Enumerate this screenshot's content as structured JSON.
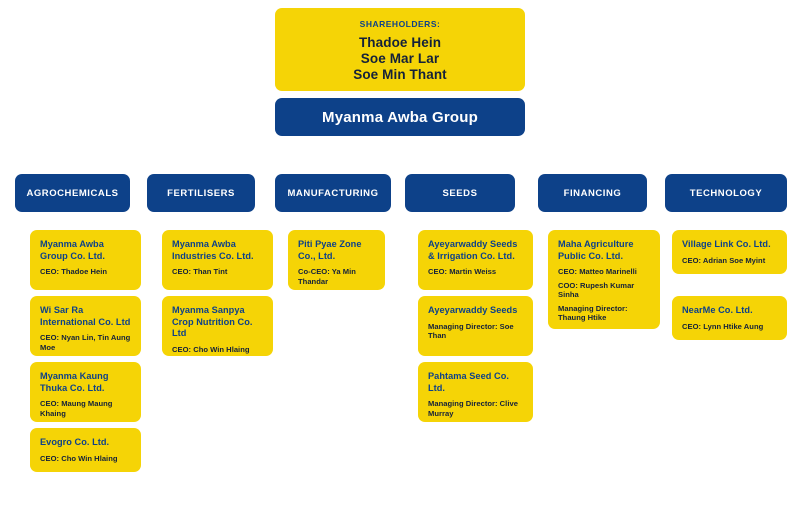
{
  "colors": {
    "yellow": "#F5D406",
    "blue": "#0D4189",
    "white": "#FFFFFF",
    "dark_text": "#14213A"
  },
  "top": {
    "shareholders_label": "SHAREHOLDERS:",
    "shareholders": [
      "Thadoe Hein",
      "Soe Mar Lar",
      "Soe Min Thant"
    ],
    "group_name": "Myanma Awba Group"
  },
  "divisions": [
    {
      "id": "agrochemicals",
      "header": "AGROCHEMICALS",
      "companies": [
        {
          "name": "Myanma Awba Group Co. Ltd.",
          "roles": [
            "CEO: Thadoe Hein"
          ]
        },
        {
          "name": "Wi Sar Ra International Co. Ltd",
          "roles": [
            "CEO: Nyan Lin, Tin Aung Moe"
          ]
        },
        {
          "name": "Myanma Kaung Thuka Co. Ltd.",
          "roles": [
            "CEO: Maung Maung Khaing"
          ]
        },
        {
          "name": "Evogro Co. Ltd.",
          "roles": [
            "CEO: Cho Win Hlaing"
          ]
        }
      ]
    },
    {
      "id": "fertilisers",
      "header": "FERTILISERS",
      "companies": [
        {
          "name": "Myanma Awba Industries Co. Ltd.",
          "roles": [
            "CEO: Than Tint"
          ]
        },
        {
          "name": "Myanma Sanpya Crop Nutrition Co. Ltd",
          "roles": [
            "CEO: Cho Win Hlaing"
          ]
        }
      ]
    },
    {
      "id": "manufacturing",
      "header": "MANUFACTURING",
      "companies": [
        {
          "name": "Piti Pyae Zone Co., Ltd.",
          "roles": [
            "Co-CEO: Ya Min Thandar"
          ]
        }
      ]
    },
    {
      "id": "seeds",
      "header": "SEEDS",
      "companies": [
        {
          "name": "Ayeyarwaddy Seeds & Irrigation Co. Ltd.",
          "roles": [
            "CEO: Martin Weiss"
          ]
        },
        {
          "name": "Ayeyarwaddy Seeds",
          "roles": [
            "Managing Director: Soe Than"
          ]
        },
        {
          "name": "Pahtama Seed Co. Ltd.",
          "roles": [
            "Managing Director: Clive Murray"
          ]
        }
      ]
    },
    {
      "id": "financing",
      "header": "FINANCING",
      "companies": [
        {
          "name": "Maha Agriculture Public Co. Ltd.",
          "roles": [
            "CEO: Matteo Marinelli",
            "COO: Rupesh Kumar Sinha",
            "Managing Director: Thaung Htike"
          ]
        }
      ]
    },
    {
      "id": "technology",
      "header": "TECHNOLOGY",
      "companies": [
        {
          "name": "Village Link Co. Ltd.",
          "roles": [
            "CEO: Adrian Soe Myint"
          ]
        },
        {
          "name": "NearMe Co. Ltd.",
          "roles": [
            "CEO: Lynn Htike Aung"
          ]
        }
      ]
    }
  ]
}
